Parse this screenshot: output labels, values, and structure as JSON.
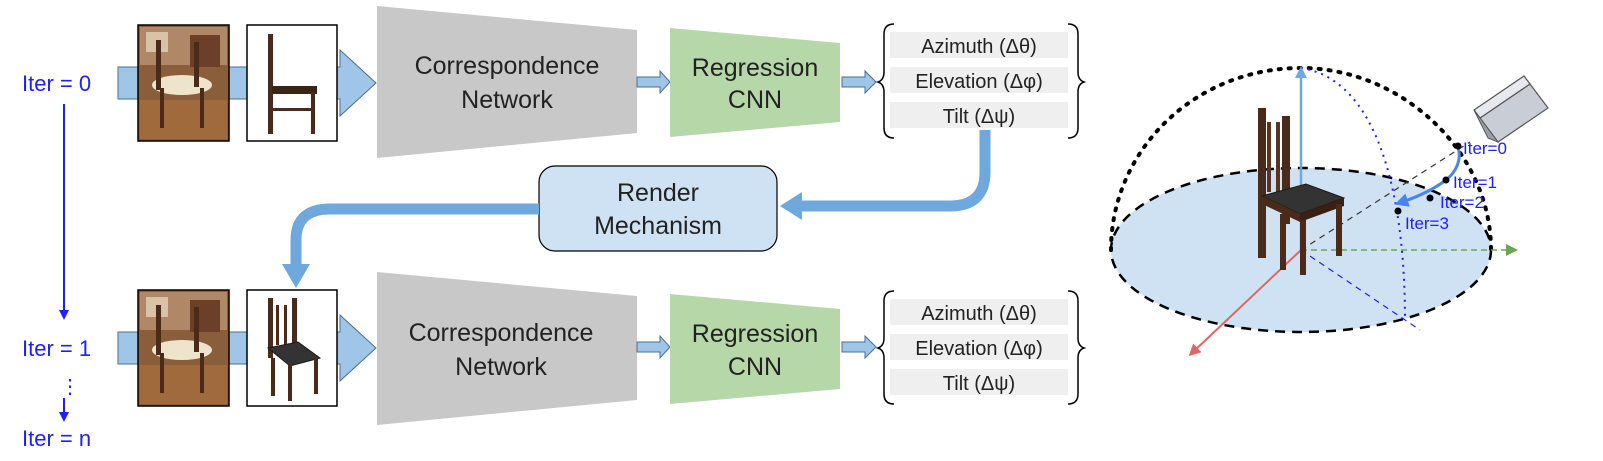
{
  "iterations": {
    "iter0": "Iter = 0",
    "iter1": "Iter = 1",
    "dots": "⋮",
    "itern": "Iter = n"
  },
  "row_top": {
    "correspondence_line1": "Correspondence",
    "correspondence_line2": "Network",
    "regression_line1": "Regression",
    "regression_line2": "CNN",
    "outputs": [
      "Azimuth (Δθ)",
      "Elevation (Δφ)",
      "Tilt (Δψ)"
    ]
  },
  "row_bottom": {
    "correspondence_line1": "Correspondence",
    "correspondence_line2": "Network",
    "regression_line1": "Regression",
    "regression_line2": "CNN",
    "outputs": [
      "Azimuth (Δθ)",
      "Elevation (Δφ)",
      "Tilt (Δψ)"
    ]
  },
  "render": {
    "line1": "Render",
    "line2": "Mechanism"
  },
  "sphere": {
    "labels": [
      "Iter=0",
      "Iter=1",
      "Iter=2",
      "Iter=3"
    ]
  },
  "colors": {
    "iter_blue": "#2020f0",
    "corr_gray": "#c8c8c8",
    "reg_green": "#b6d7a8",
    "arrow_blue": "#9fc5e8",
    "flow_blue": "#6fa8dc",
    "render_fill": "#cfe2f3",
    "ground_fill": "#cfe2f3",
    "axis_red": "#e06666",
    "axis_green": "#6aa84f"
  },
  "icons": [
    "chair-photo",
    "chair-render",
    "camera-icon"
  ]
}
